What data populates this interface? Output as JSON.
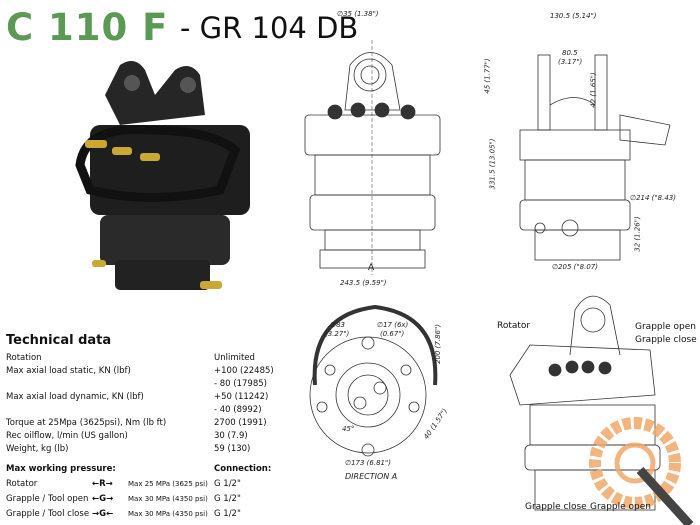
{
  "title": {
    "model": "C 110 F",
    "subtitle": "- GR 104 DB"
  },
  "colors": {
    "brand_green": "#5b9a55",
    "logo_orange": "#f0a868",
    "body_black": "#1e1e1e",
    "fitting_brass": "#c9a833"
  },
  "drawings": {
    "front": {
      "pin_dia": "∅35",
      "pin_dia_in": "(1.38\")",
      "view_marker": "A"
    },
    "side": {
      "width": "130.5 (5.14\")",
      "inner_a": "80.5",
      "inner_b": "(3.17\")",
      "top_a": "45",
      "top_b": "(1.77\")",
      "pin_a": "42",
      "pin_b": "(1.65\")",
      "height": "331.5 (13.05\")",
      "flange": "∅214 (\"8.43)",
      "base_a": "32",
      "base_b": "(1.26\")",
      "bottom": "∅205 (\"8.07)"
    },
    "direction_a": {
      "width": "243.5 (9.59\")",
      "height": "200 (7.86\")",
      "bore_a": "∅83",
      "bore_b": "(3.27\")",
      "holes_a": "∅17 (6x)",
      "holes_b": "(0.67\")",
      "angle": "45°",
      "offset": "40 (1.57\")",
      "pcd": "∅173 (6.81\")",
      "caption": "DIRECTION A"
    },
    "iso": {
      "rotator": "Rotator",
      "grapple_open_top": "Grapple open",
      "grapple_close_top": "Grapple close",
      "grapple_close_bottom": "Grapple close",
      "grapple_open_bottom": "Grapple open"
    }
  },
  "technical": {
    "heading": "Technical data",
    "rows": [
      {
        "label": "Rotation",
        "value": "Unlimited"
      },
      {
        "label": "Max axial load static, KN (lbf)",
        "value": "+100 (22485)",
        "value2": "- 80 (17985)"
      },
      {
        "label": "Max axial load dynamic, KN (lbf)",
        "value": "+50 (11242)",
        "value2": "- 40 (8992)"
      },
      {
        "label": "Torque at 25Mpa (3625psi), Nm (lb ft)",
        "value": "2700 (1991)"
      },
      {
        "label": "Rec oilflow, l/min (US gallon)",
        "value": "30 (7.9)"
      },
      {
        "label": "Weight, kg (lb)",
        "value": "59 (130)"
      }
    ],
    "pressure_heading": "Max working pressure:",
    "connection_heading": "Connection:",
    "pressure": [
      {
        "label": "Rotator",
        "symbol": "←R→",
        "pressure": "Max 25 MPa (3625 psi)",
        "connection": "G 1/2\""
      },
      {
        "label": "Grapple / Tool open",
        "symbol": "←G→",
        "pressure": "Max 30 MPa (4350 psi)",
        "connection": "G 1/2\""
      },
      {
        "label": "Grapple / Tool close",
        "symbol": "→G←",
        "pressure": "Max 30 MPa (4350 psi)",
        "connection": "G 1/2\""
      }
    ]
  }
}
